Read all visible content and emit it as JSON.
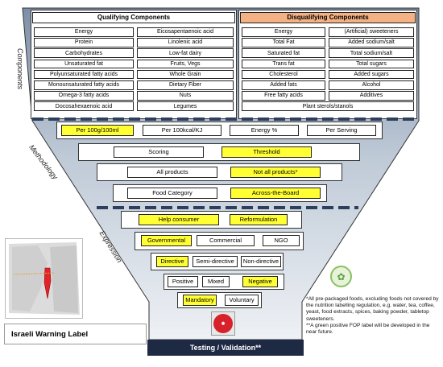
{
  "sections": {
    "components": "Components",
    "methodology": "Methodology",
    "expression": "Expression"
  },
  "components": {
    "qualifying_title": "Qualifying Components",
    "disqualifying_title": "Disqualifying Components",
    "qualifying": [
      [
        "Energy",
        "Eicosapentaenoic acid"
      ],
      [
        "Protein",
        "Linolenic acid"
      ],
      [
        "Carbohydrates",
        "Low-fat dairy"
      ],
      [
        "Unsaturated fat",
        "Fruits, Vegs"
      ],
      [
        "Polyunsaturated fatty acids",
        "Whole Grain"
      ],
      [
        "Monounsaturated fatty acids",
        "Dietary Fiber"
      ],
      [
        "Omega-3 fatty acids",
        "Nuts"
      ],
      [
        "Docosahexaenoic acid",
        "Legumes"
      ]
    ],
    "disqualifying": [
      [
        "Energy",
        "(Artificial) sweeteners"
      ],
      [
        "Total Fat",
        "Added sodium/salt"
      ],
      [
        "Saturated fat",
        "Total sodium/salt"
      ],
      [
        "Trans fat",
        "Total sugars"
      ],
      [
        "Cholesterol",
        "Added sugars"
      ],
      [
        "Added fats",
        "Alcohol"
      ],
      [
        "Free fatty acids",
        "Additives"
      ]
    ],
    "disqualifying_highlighted": [
      [
        2,
        0
      ],
      [
        2,
        1
      ],
      [
        3,
        1
      ]
    ],
    "disqualifying_footer": "Plant sterols/stanols"
  },
  "methodology": {
    "units": [
      "Per 100g/100ml",
      "Per 100kcal/KJ",
      "Energy %",
      "Per Serving"
    ],
    "approach": [
      "Scoring",
      "Threshold"
    ],
    "scope": [
      "All products",
      "Not all products*"
    ],
    "criteria": [
      "Food Category",
      "Across-the-Board"
    ]
  },
  "expression": {
    "purpose": [
      "Help consumer",
      "Reformulation"
    ],
    "owner": [
      "Governmental",
      "Commercial",
      "NGO"
    ],
    "format": [
      "Directive",
      "Semi-directive",
      "Non-directive"
    ],
    "valence": [
      "Positive",
      "Mixed",
      "Negative"
    ],
    "policy": [
      "Mandatory",
      "Voluntary"
    ]
  },
  "bottom": {
    "testing": "Testing / Validation**",
    "caption": "Israeli Warning Label",
    "notes": [
      "*All pre-packaged foods, excluding foods not covered by the nutrition labelling regulation, e.g. water, tea, coffee, yeast, food extracts, spices, baking powder, tabletop sweeteners.",
      "**A green positive FOP label will be developed in the near future."
    ]
  },
  "colors": {
    "highlight": "#ffff33",
    "disqualifying_accent": "#f4b183",
    "funnel_top": "#7d8fa8",
    "bar_dark": "#1e2a44"
  }
}
